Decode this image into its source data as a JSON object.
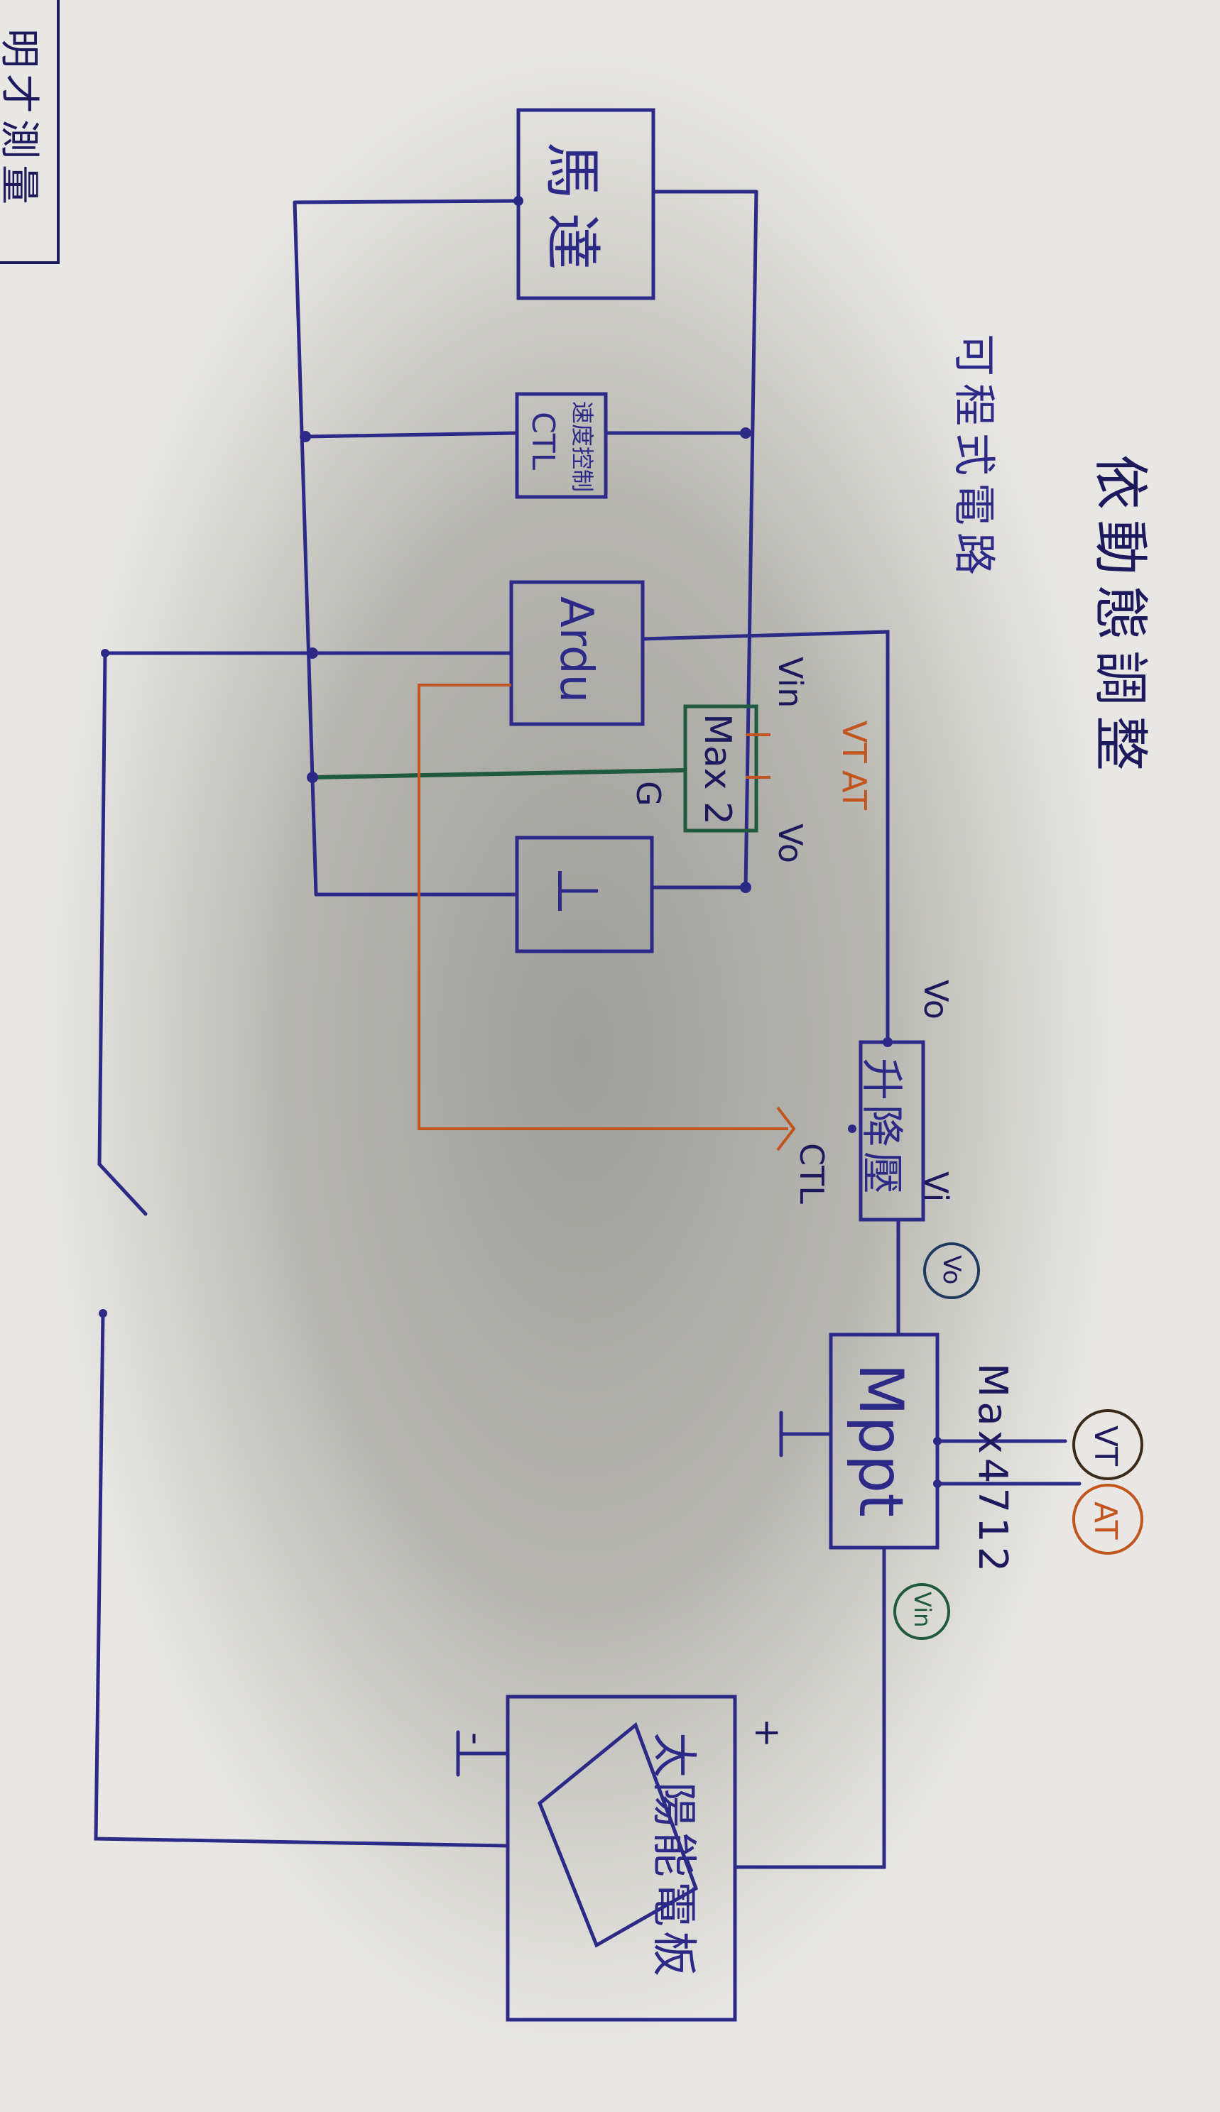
{
  "title": "依動態調整",
  "subtitle": "可程式電路",
  "corner_text": "明才測量",
  "blocks": {
    "motor": "馬達",
    "speed_ctl": "速度控制",
    "speed_ctl_sub": "CTL",
    "ardu": "Ardu",
    "max2": "Max 2",
    "battery_symbol": "⊥",
    "buck": "升降壓",
    "mppt": "Mppt",
    "solar": "太陽能電板"
  },
  "pins": {
    "vin_max": "Vin",
    "vt": "VT",
    "at": "AT",
    "g": "G",
    "vo_max": "Vo",
    "vo_buck": "Vo",
    "vi_buck": "Vi",
    "ctl": "CTL",
    "max4712": "Max4712",
    "plus": "+",
    "minus": "-"
  },
  "circled": {
    "vo": "Vo",
    "vt": "VT",
    "at": "AT",
    "vin": "Vin"
  },
  "colors": {
    "wire": "#2c2a86",
    "control": "#c2541f",
    "ground": "#1f5a3e"
  }
}
